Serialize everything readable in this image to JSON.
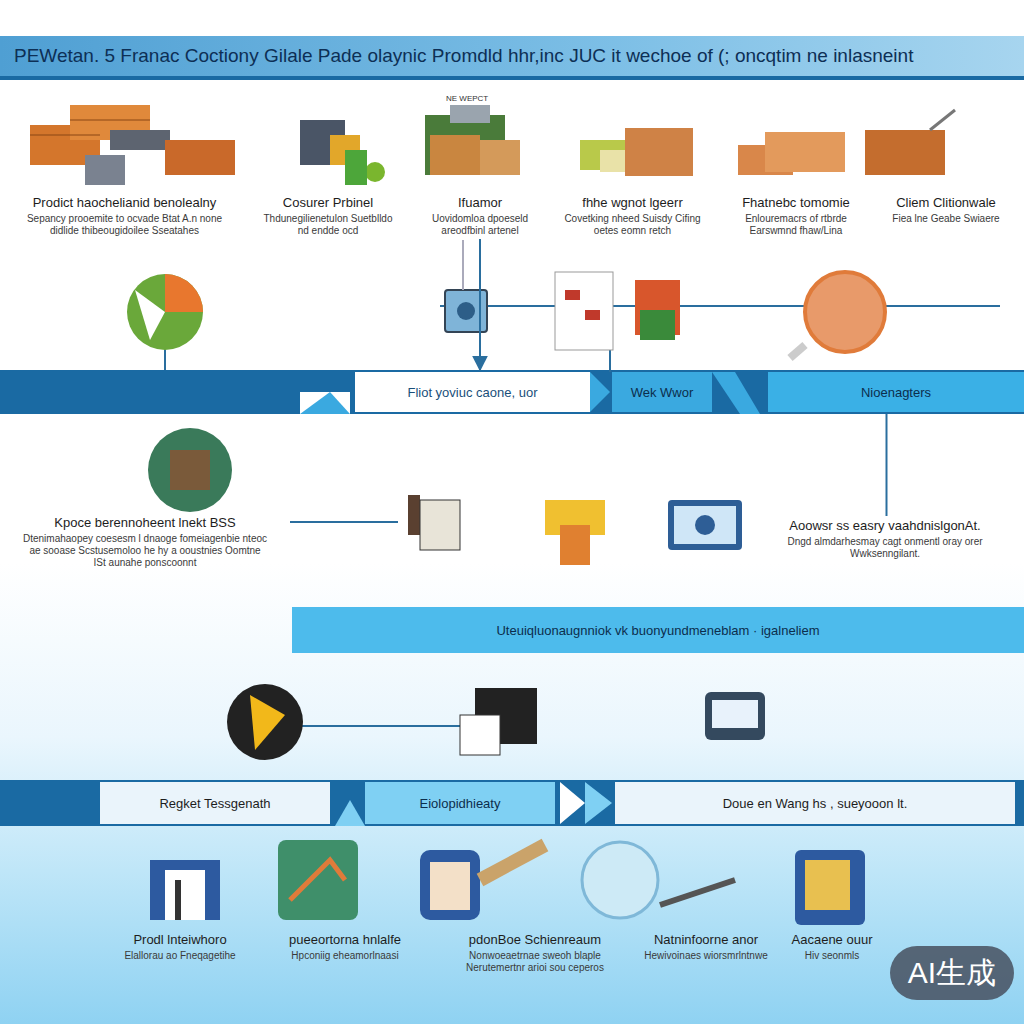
{
  "diagram": {
    "title": "PEWetan. 5 Franac Coctiony Gilale Pade olaynic Promdld hhr,inc JUC it wechoe of (; oncqtim ne inlasneint",
    "nodes": [
      {
        "text": [
          "Prodict haochelianid benolealny",
          "Sepancy prooemite to ocvade Btat A.n none didlide thibeougidoilee Sseatahes"
        ]
      },
      {
        "text": [
          "Cosurer Prbinel",
          "Thdunegilienetulon Suetblldo nd endde ocd"
        ]
      },
      {
        "text": [
          "Ifuamor",
          "Uovidomloa dpoeseld areodfbinl artenel"
        ]
      },
      {
        "text": [
          "fhhe wgnot lgeerr",
          "Covetking nheed Suisdy Cifing oetes eomn retch"
        ]
      },
      {
        "text": [
          "Fhatnebc tomomie",
          "Enlouremacrs of rtbrde Earswmnd fhaw/Lina"
        ]
      },
      {
        "text": [
          "Cliem Clitionwale",
          "Fiea lne Geabe Swiaere"
        ]
      },
      {
        "text": [
          "Fliot yoviuc caone, uor"
        ]
      },
      {
        "text": [
          "Wek Wwor"
        ]
      },
      {
        "text": [
          "Nioenagters"
        ]
      },
      {
        "text": [
          "Kpoce berennoheent lnekt BSS",
          "Dtenimahaopey coesesm l dnaoge fomeiagenbie nteoc ae sooase Scstusemoloo he hy a ooustnies Oomtne ISt aunahe ponscoonnt"
        ]
      },
      {
        "text": [
          "Aoowsr ss easry vaahdnislgonAt.",
          "Dngd almdarhesmay cagt onmentl oray orer Wwksenngilant."
        ]
      },
      {
        "text": [
          "Uteuiqluonaugnniok vk buonyundmeneblam · igalneliem"
        ]
      },
      {
        "text": [
          "Regket Tessgenath"
        ]
      },
      {
        "text": [
          "Eiolopidhieaty"
        ]
      },
      {
        "text": [
          "Doue en Wang hs , sueyooon lt."
        ]
      },
      {
        "text": [
          "Prodl lnteiwhoro",
          "Elallorau ao Fneqagetihe"
        ]
      },
      {
        "text": [
          "pueeortorna hnlalfe",
          "Hpconiig eheamorlnaasi"
        ]
      },
      {
        "text": [
          "pdonBoe Schienreaum",
          "Nonwoeaetrnae sweoh blaple Nerutemertnr arioi sou ceperos"
        ]
      },
      {
        "text": [
          "Natninfoorne anor",
          "Hewivoinaes wiorsmrlntnwe"
        ]
      },
      {
        "text": [
          "Aacaene ouur",
          "Hiv seonmls"
        ]
      }
    ],
    "edges": [
      {
        "from": 2,
        "to": 6,
        "arrow": "to"
      },
      {
        "from": 8,
        "to": 10,
        "arrow": "none"
      }
    ],
    "labels": [
      "NE WEPCT",
      "AI生成"
    ]
  }
}
